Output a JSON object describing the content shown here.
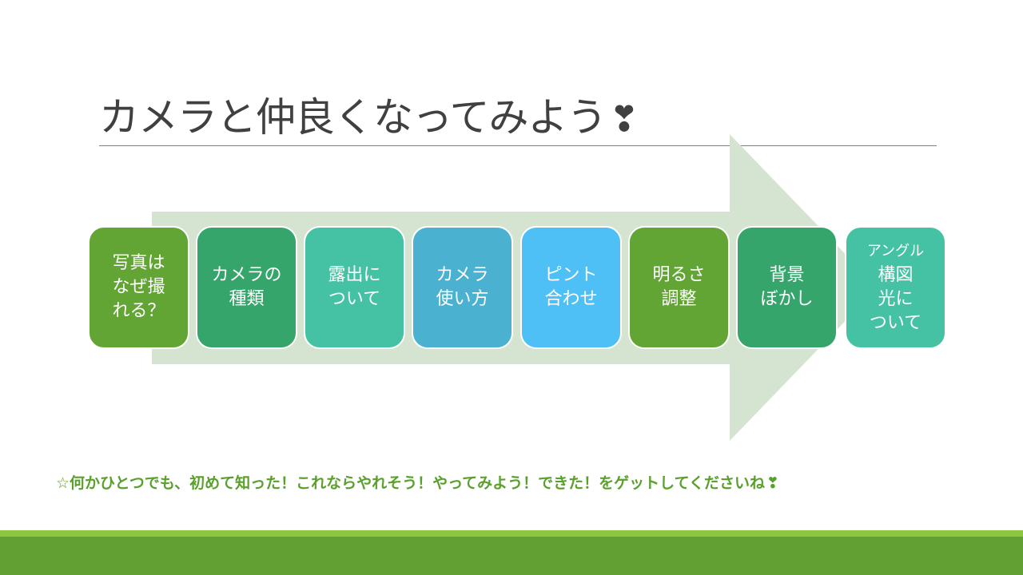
{
  "slide": {
    "title": "カメラと仲良くなってみよう",
    "title_heart": "❣",
    "footer": "☆何かひとつでも、初めて知った！これならやれそう！やってみよう！できた！をゲットしてくださいね",
    "footer_heart": "❣"
  },
  "steps": [
    {
      "label": "写真は\nなぜ撮\nれる？",
      "color": "#63a535"
    },
    {
      "label": "カメラの\n種類",
      "color": "#35a56b"
    },
    {
      "label": "露出に\nついて",
      "color": "#45c1a3"
    },
    {
      "label": "カメラ\n使い方",
      "color": "#4ab1d1"
    },
    {
      "label": "ピント\n合わせ",
      "color": "#4fc0f5"
    },
    {
      "label": "明るさ\n調整",
      "color": "#63a535"
    },
    {
      "label": "背景\nぼかし",
      "color": "#35a56b"
    },
    {
      "label": "アングル\n構図\n光に\nついて",
      "color": "#45c1a3"
    }
  ],
  "colors": {
    "arrow": "#d5e3d1",
    "title_text": "#404040",
    "footer_text": "#5aa02c",
    "band_light": "#8dc63f",
    "band_dark": "#62a033"
  }
}
